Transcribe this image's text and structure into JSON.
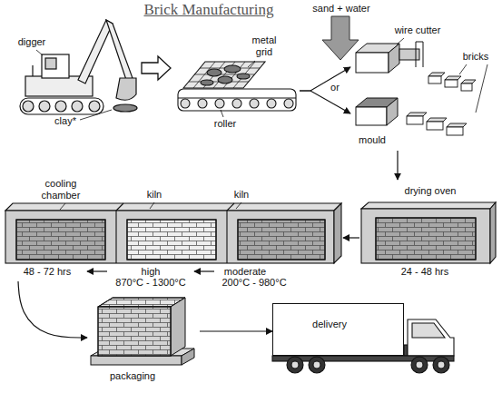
{
  "diagram": {
    "title": "Brick Manufacturing",
    "nodes": [
      {
        "text": [
          "digger",
          "clay*"
        ]
      },
      {
        "text": [
          "metal grid",
          "roller"
        ]
      },
      {
        "text": [
          "wire cutter"
        ]
      },
      {
        "text": [
          "mould"
        ]
      },
      {
        "text": [
          "cooling chamber",
          "48 - 72 hrs"
        ]
      },
      {
        "text": [
          "kiln",
          "high",
          "870°C - 1300°C"
        ]
      },
      {
        "text": [
          "kiln",
          "moderate",
          "200°C - 980°C"
        ]
      },
      {
        "text": [
          "drying oven",
          "24 - 48 hrs"
        ]
      },
      {
        "text": [
          "packaging"
        ]
      },
      {
        "text": [
          "delivery"
        ]
      }
    ],
    "edges": [
      {
        "from": 0,
        "to": 1,
        "arrow": "to"
      },
      {
        "from": 1,
        "to": 2,
        "arrow": "to"
      },
      {
        "from": 1,
        "to": 3,
        "arrow": "to"
      },
      {
        "from": 3,
        "to": 7,
        "arrow": "to"
      },
      {
        "from": 7,
        "to": 6,
        "arrow": "to"
      },
      {
        "from": 6,
        "to": 5,
        "arrow": "to"
      },
      {
        "from": 5,
        "to": 4,
        "arrow": "to"
      },
      {
        "from": 4,
        "to": 8,
        "arrow": "to"
      },
      {
        "from": 8,
        "to": 9,
        "arrow": "to"
      }
    ],
    "labels": [
      "sand + water",
      "or",
      "bricks"
    ]
  }
}
